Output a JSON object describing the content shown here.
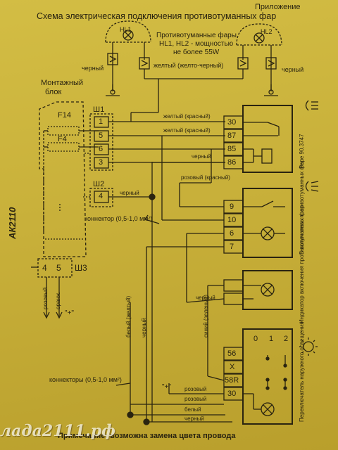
{
  "header": {
    "appendix": "Приложение",
    "title": "Схема электрическая подключения противотуманных фар"
  },
  "lamps": {
    "hl1": "HL1",
    "hl2": "HL2",
    "caption_1": "Противотуманные фары",
    "caption_2": "HL1, HL2 - мощностью",
    "caption_3": "не более 55W"
  },
  "wires_top": {
    "black_left": "черный",
    "yellow": "желтый (желто-черный)",
    "black_right": "черный"
  },
  "mount_block": {
    "title_1": "Монтажный",
    "title_2": "блок",
    "fuse_1": "F14",
    "fuse_2": "F4",
    "sh1": "Ш1",
    "sh2": "Ш2",
    "sh3": "Ш3",
    "sh1_pins": [
      "1",
      "5",
      "6",
      "3"
    ],
    "sh2_pins": [
      "4"
    ],
    "sh3_pins": [
      "4",
      "5"
    ]
  },
  "side_label": "АК2110",
  "relay": {
    "pins": [
      "30",
      "87",
      "85",
      "86"
    ],
    "wire_1": "желтый (красный)",
    "wire_2": "желтый (красный)",
    "wire_black": "черный",
    "label": "Реле 90.3747"
  },
  "switch_block": {
    "pins": [
      "9",
      "10",
      "6",
      "7"
    ],
    "wire_pink": "розовый (красный)",
    "label": "Выключатель противотуманных фар"
  },
  "indicator": {
    "wire_black": "черный",
    "label": "Индикатор включения противотуманных фар"
  },
  "connector_note": "коннектор (0,5-1,0 мм²)",
  "wire_black_sh2": "черный",
  "sh3_wires": {
    "pink": "розовый",
    "orange": "оранж."
  },
  "plus_mark": "\"+\"",
  "vertical_wires": {
    "white_yellow": "белый (желтый)",
    "black": "черный",
    "blue_green": "синий (зеленый)"
  },
  "light_switch": {
    "pins": [
      "56",
      "X",
      "58R",
      "30"
    ],
    "positions": [
      "0",
      "1",
      "2"
    ],
    "label": "Переключатель наружного освещения",
    "wire_pink_1": "розовый",
    "wire_pink_2": "розовый",
    "wire_white": "белый",
    "wire_black": "черный"
  },
  "connectors_note": "коннекторы (0,5-1,0 мм²)",
  "plus_mark_2": "\"+\"",
  "footnote": "Примечание: возможна замена цвета провода",
  "watermark": "лада2111.рф",
  "colors": {
    "paper": "#c9b23c",
    "ink": "#2a2410",
    "box": "#2f2a14"
  },
  "icons": [
    "fog-lamp-icon",
    "headlight-icon",
    "ground-icon",
    "sun-icon"
  ]
}
